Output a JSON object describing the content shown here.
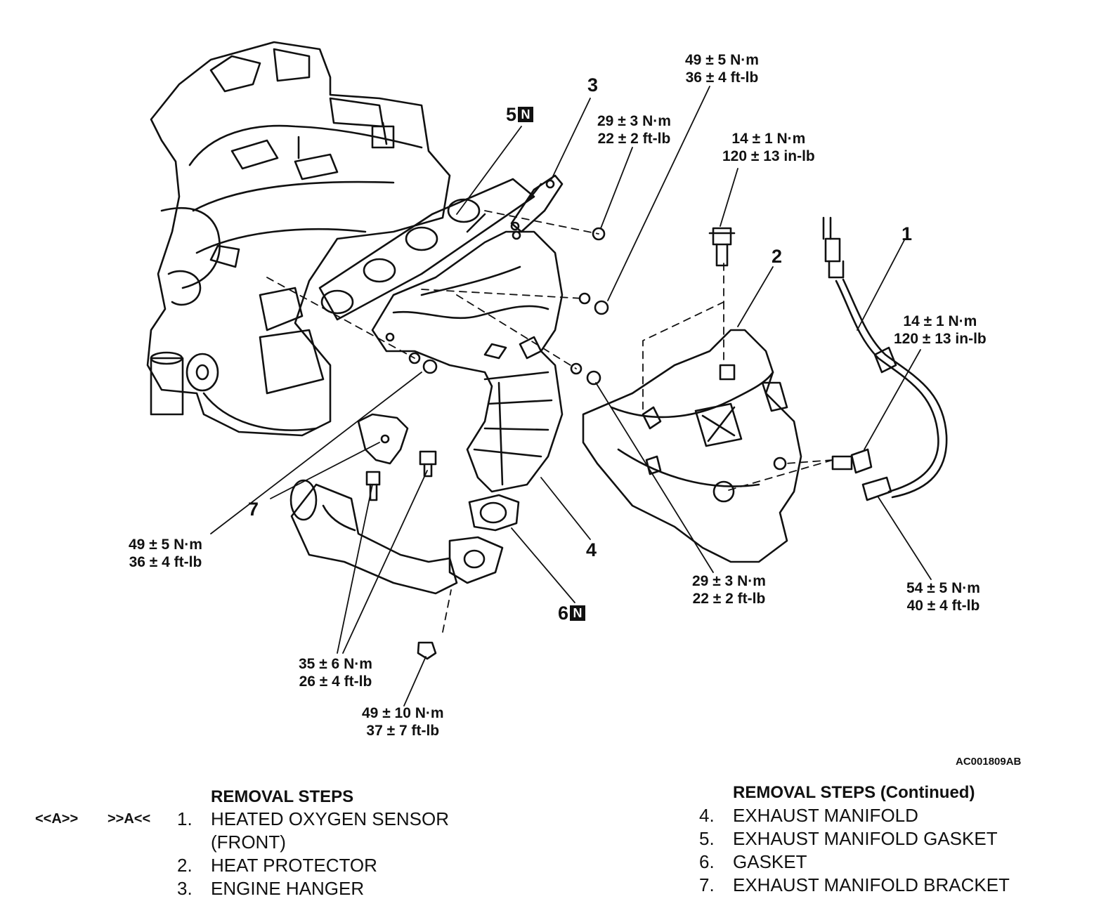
{
  "image_code": "AC001809AB",
  "callouts": {
    "c1": "1",
    "c2": "2",
    "c3": "3",
    "c4": "4",
    "c5": "5",
    "c6": "6",
    "c7": "7",
    "new_badge": "N"
  },
  "torques": {
    "t_top_nm": "49 ± 5 N·m",
    "t_top_ft": "36 ± 4 ft-lb",
    "t_upper_nut_nm": "29 ± 3 N·m",
    "t_upper_nut_ft": "22 ± 2 ft-lb",
    "t_heat_bolt_nm": "14 ± 1 N·m",
    "t_heat_bolt_in": "120 ± 13 in-lb",
    "t_sensor_clip_nm": "14 ± 1 N·m",
    "t_sensor_clip_in": "120 ± 13 in-lb",
    "t_bracket_nm": "49 ± 5 N·m",
    "t_bracket_ft": "36 ± 4 ft-lb",
    "t_lower_nut_nm": "29 ± 3 N·m",
    "t_lower_nut_ft": "22 ± 2 ft-lb",
    "t_sensor_nm": "54 ± 5 N·m",
    "t_sensor_ft": "40 ± 4 ft-lb",
    "t_pipe_bolts_nm": "35 ± 6 N·m",
    "t_pipe_bolts_ft": "26 ± 4 ft-lb",
    "t_flange_nut_nm": "49 ± 10 N·m",
    "t_flange_nut_ft": "37 ± 7 ft-lb"
  },
  "removal_steps": {
    "heading": "REMOVAL STEPS",
    "heading_continued": "REMOVAL STEPS (Continued)",
    "refs_a": "<<A>>",
    "refs_b": ">>A<<",
    "items": [
      {
        "num": "1.",
        "text": "HEATED OXYGEN SENSOR",
        "text2": "(FRONT)"
      },
      {
        "num": "2.",
        "text": "HEAT PROTECTOR"
      },
      {
        "num": "3.",
        "text": "ENGINE HANGER"
      },
      {
        "num": "4.",
        "text": "EXHAUST MANIFOLD"
      },
      {
        "num": "5.",
        "text": "EXHAUST MANIFOLD GASKET"
      },
      {
        "num": "6.",
        "text": "GASKET"
      },
      {
        "num": "7.",
        "text": "EXHAUST MANIFOLD BRACKET"
      }
    ]
  }
}
